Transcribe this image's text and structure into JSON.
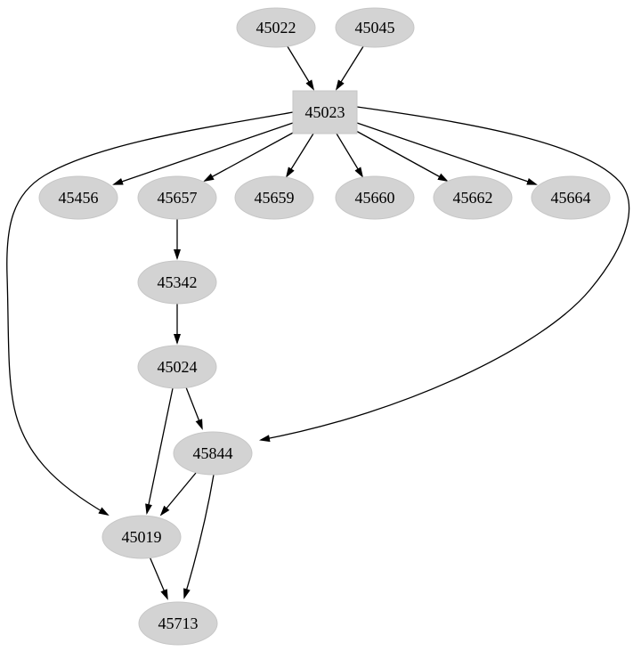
{
  "graph": {
    "type": "directed-graph",
    "background_color": "#ffffff",
    "node_fill_color": "#d3d3d3",
    "node_border_color": "#c6c6c6",
    "edge_color": "#000000",
    "text_color": "#000000",
    "nodes": [
      {
        "id": "45022",
        "label": "45022",
        "shape": "ellipse"
      },
      {
        "id": "45045",
        "label": "45045",
        "shape": "ellipse"
      },
      {
        "id": "45023",
        "label": "45023",
        "shape": "box"
      },
      {
        "id": "45456",
        "label": "45456",
        "shape": "ellipse"
      },
      {
        "id": "45657",
        "label": "45657",
        "shape": "ellipse"
      },
      {
        "id": "45659",
        "label": "45659",
        "shape": "ellipse"
      },
      {
        "id": "45660",
        "label": "45660",
        "shape": "ellipse"
      },
      {
        "id": "45662",
        "label": "45662",
        "shape": "ellipse"
      },
      {
        "id": "45664",
        "label": "45664",
        "shape": "ellipse"
      },
      {
        "id": "45342",
        "label": "45342",
        "shape": "ellipse"
      },
      {
        "id": "45024",
        "label": "45024",
        "shape": "ellipse"
      },
      {
        "id": "45844",
        "label": "45844",
        "shape": "ellipse"
      },
      {
        "id": "45019",
        "label": "45019",
        "shape": "ellipse"
      },
      {
        "id": "45713",
        "label": "45713",
        "shape": "ellipse"
      }
    ],
    "edges": [
      {
        "from": "45022",
        "to": "45023"
      },
      {
        "from": "45045",
        "to": "45023"
      },
      {
        "from": "45023",
        "to": "45456"
      },
      {
        "from": "45023",
        "to": "45657"
      },
      {
        "from": "45023",
        "to": "45659"
      },
      {
        "from": "45023",
        "to": "45660"
      },
      {
        "from": "45023",
        "to": "45662"
      },
      {
        "from": "45023",
        "to": "45664"
      },
      {
        "from": "45023",
        "to": "45019"
      },
      {
        "from": "45023",
        "to": "45844"
      },
      {
        "from": "45657",
        "to": "45342"
      },
      {
        "from": "45342",
        "to": "45024"
      },
      {
        "from": "45024",
        "to": "45844"
      },
      {
        "from": "45024",
        "to": "45019"
      },
      {
        "from": "45844",
        "to": "45019"
      },
      {
        "from": "45844",
        "to": "45713"
      },
      {
        "from": "45019",
        "to": "45713"
      }
    ]
  }
}
